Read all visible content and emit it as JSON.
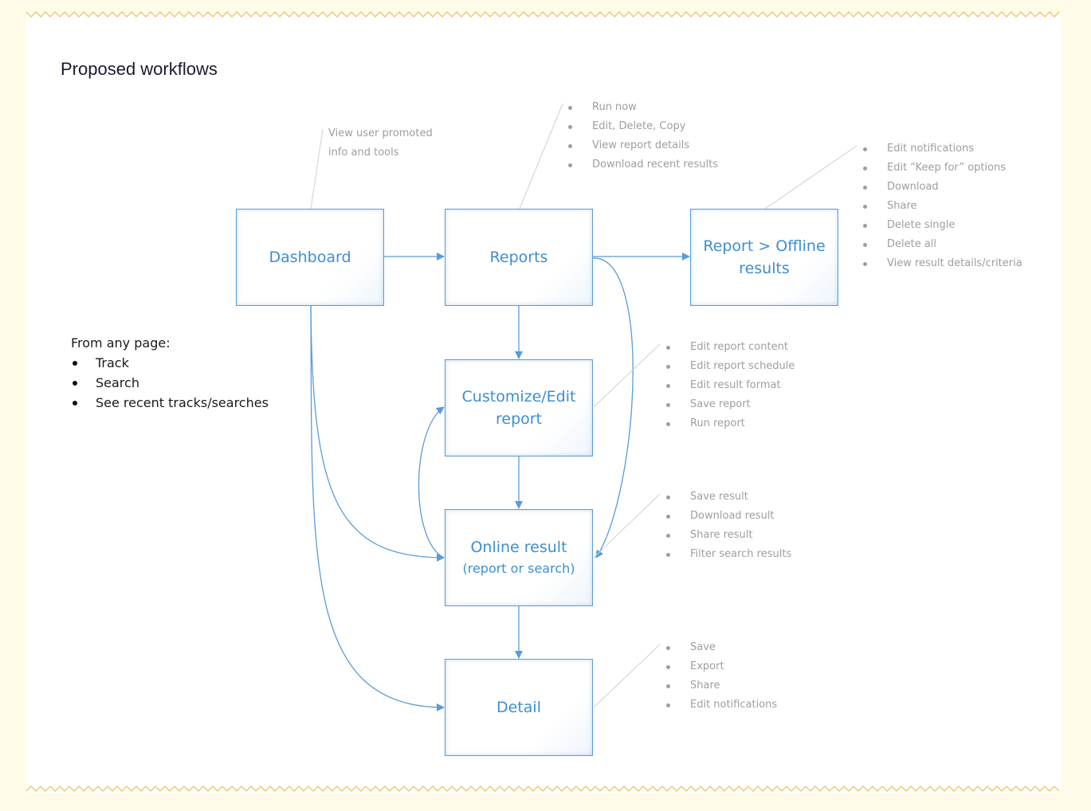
{
  "page_title": "Proposed workflows",
  "colors": {
    "accent": "#3e8ed0",
    "connector": "#5b9bd5",
    "callout_text": "#9e9e9e",
    "frame": "#fffbe9",
    "zigzag": "#e8c46a"
  },
  "nodes": {
    "dashboard": {
      "label": "Dashboard"
    },
    "reports": {
      "label": "Reports"
    },
    "offline": {
      "label_line1": "Report > Offline",
      "label_line2": "results"
    },
    "customize": {
      "label_line1": "Customize/Edit",
      "label_line2": "report"
    },
    "online": {
      "label_line1": "Online result",
      "label_line2": "(report or search)"
    },
    "detail": {
      "label": "Detail"
    }
  },
  "dashboard_note": {
    "line1": "View user promoted",
    "line2": "info and tools"
  },
  "reports_actions": [
    "Run now",
    "Edit, Delete, Copy",
    "View report details",
    "Download recent results"
  ],
  "offline_actions": [
    "Edit notifications",
    "Edit “Keep for” options",
    "Download",
    "Share",
    "Delete single",
    "Delete all",
    "View result details/criteria"
  ],
  "customize_actions": [
    "Edit report content",
    "Edit report schedule",
    "Edit result format",
    "Save report",
    "Run report"
  ],
  "online_actions": [
    "Save result",
    "Download result",
    "Share result",
    "Filter search results"
  ],
  "detail_actions": [
    "Save",
    "Export",
    "Share",
    "Edit notifications"
  ],
  "any_page": {
    "heading": "From any page:",
    "items": [
      "Track",
      "Search",
      "See recent tracks/searches"
    ]
  }
}
